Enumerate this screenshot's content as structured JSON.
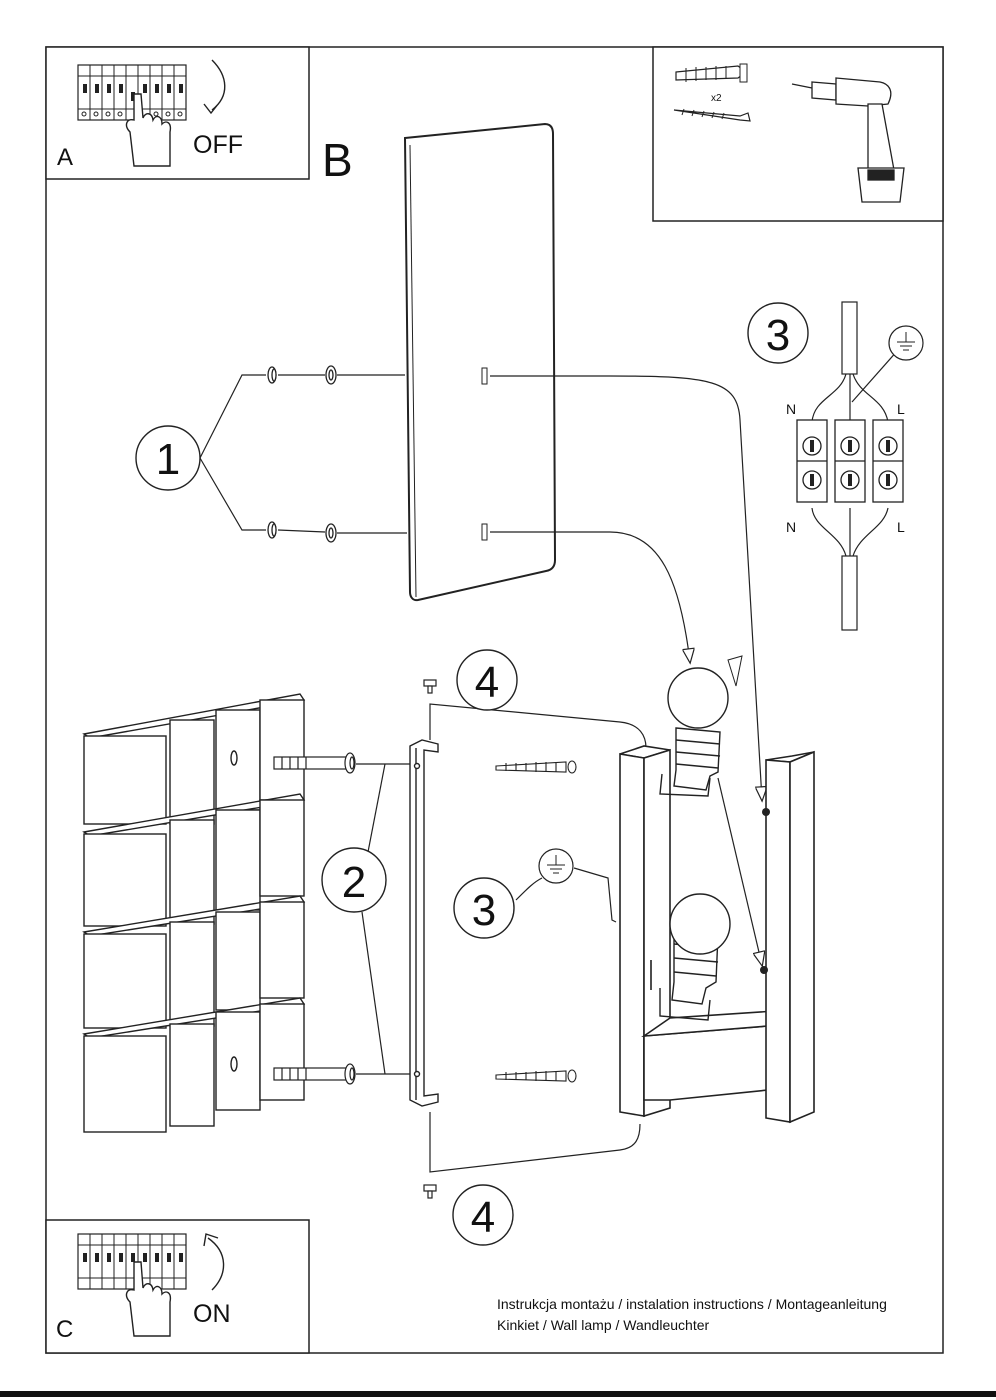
{
  "panels": {
    "a": {
      "letter": "A",
      "action": "OFF"
    },
    "b": {
      "letter": "B"
    },
    "c": {
      "letter": "C",
      "action": "ON"
    }
  },
  "tools": {
    "anchor_count": "x2"
  },
  "steps": {
    "one": "1",
    "two": "2",
    "three": "3",
    "four": "4"
  },
  "wiring": {
    "neutral": "N",
    "live": "L"
  },
  "caption": {
    "line1": "Instrukcja montażu / instalation instructions / Montageanleitung",
    "line2": "Kinkiet / Wall lamp / Wandleuchter"
  }
}
